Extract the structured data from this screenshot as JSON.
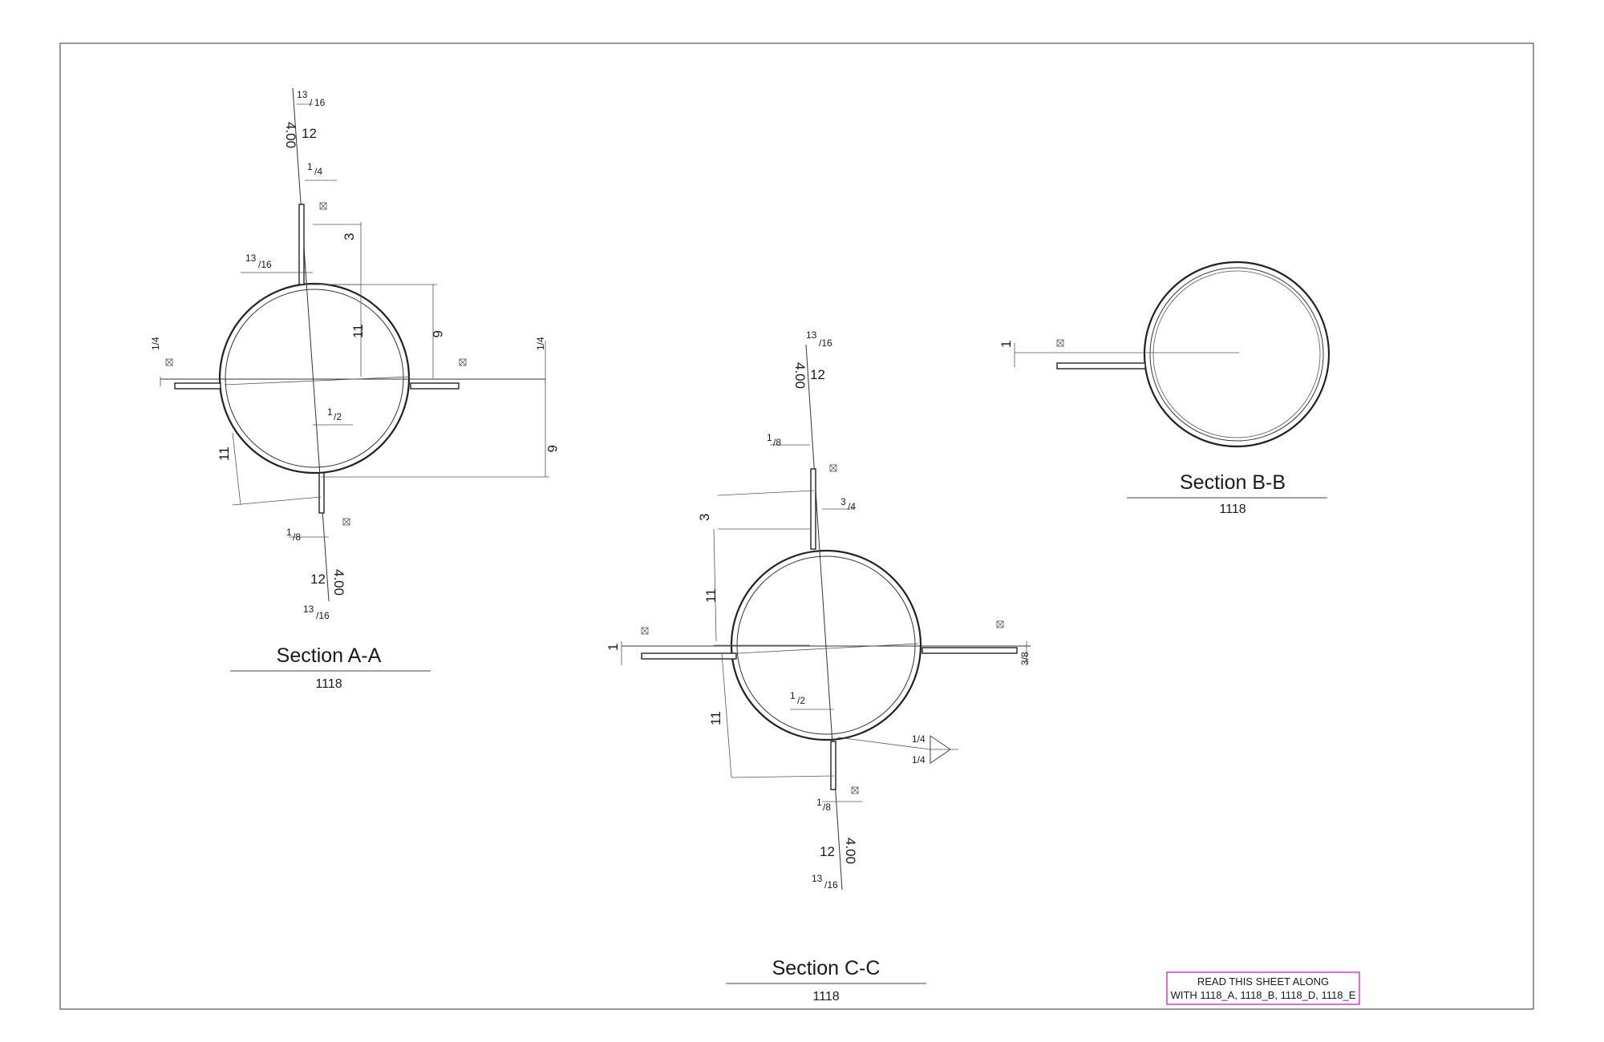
{
  "sections": [
    {
      "title": "Section A-A",
      "ref": "1118"
    },
    {
      "title": "Section B-B",
      "ref": "1118"
    },
    {
      "title": "Section C-C",
      "ref": "1118"
    }
  ],
  "note": {
    "line1": "READ THIS SHEET ALONG",
    "line2": "WITH 1118_A, 1118_B, 1118_D, 1118_E",
    "border_color": "#e000e0"
  },
  "dims": {
    "four": "4.00",
    "twelve": "12",
    "three": "3",
    "six": "6",
    "one": "1",
    "eleven": "11",
    "n1": "1",
    "n3": "3",
    "d2": "2",
    "d4": "4",
    "d8": "8",
    "d16": "16",
    "n13": "13"
  }
}
